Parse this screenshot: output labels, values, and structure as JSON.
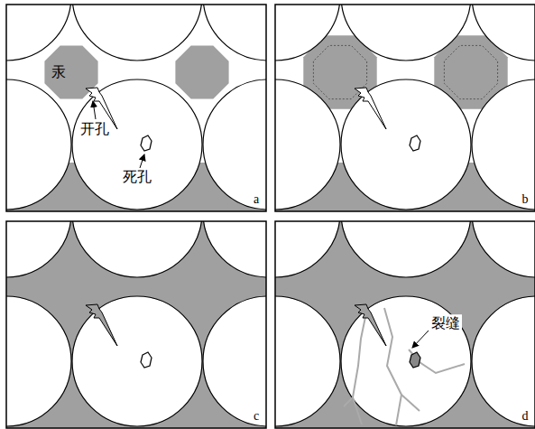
{
  "diagram": {
    "labels": [
      "汞",
      "开孔",
      "死孔",
      "a",
      "b",
      "c",
      "d",
      "裂缝"
    ]
  }
}
